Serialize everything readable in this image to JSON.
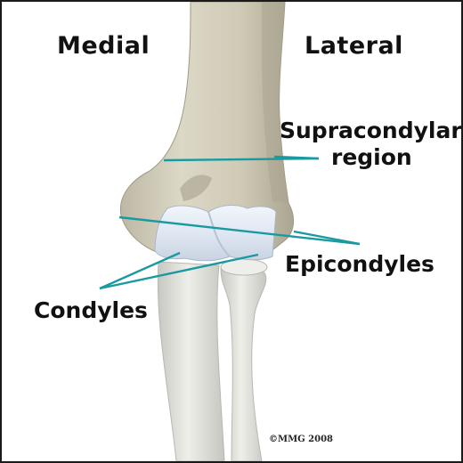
{
  "labels": {
    "medial": "Medial",
    "lateral": "Lateral",
    "supracondylar_line1": "Supracondylar",
    "supracondylar_line2": "region",
    "epicondyles": "Epicondyles",
    "condyles": "Condyles"
  },
  "copyright": "©MMG 2008",
  "colors": {
    "leader_lines": "#1a9aa0",
    "bone": "#d8d4c2",
    "cartilage": "#e4ecf6",
    "forearm_bone": "#e6e6e0",
    "border": "#1a1a1a"
  }
}
